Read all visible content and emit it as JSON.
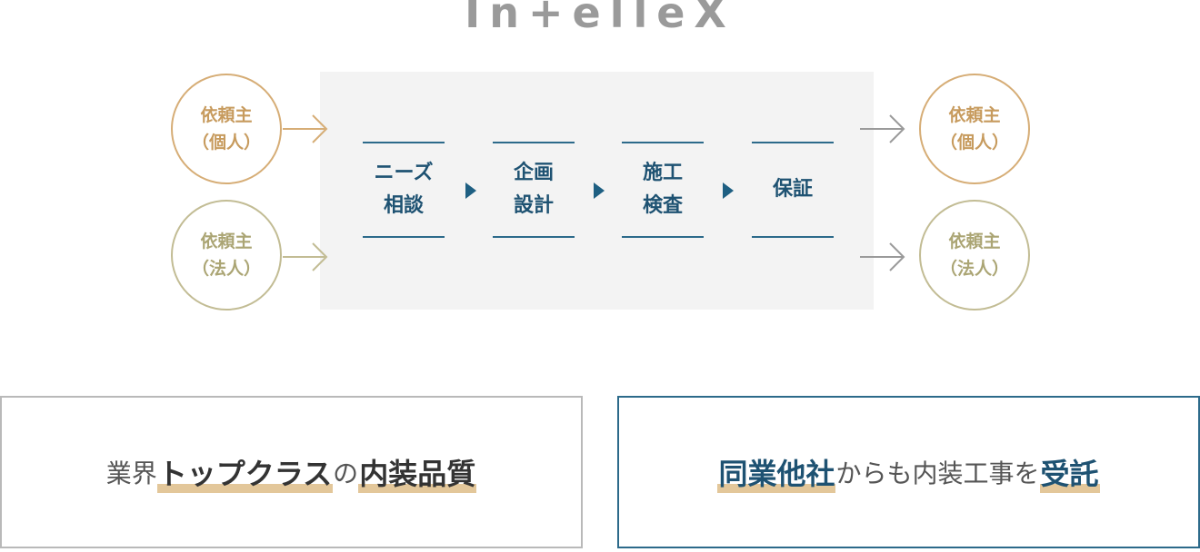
{
  "logo": {
    "text": "In+elleX"
  },
  "clients_left": [
    {
      "line1": "依頼主",
      "line2": "（個人）"
    },
    {
      "line1": "依頼主",
      "line2": "（法人）"
    }
  ],
  "clients_right": [
    {
      "line1": "依頼主",
      "line2": "（個人）"
    },
    {
      "line1": "依頼主",
      "line2": "（法人）"
    }
  ],
  "steps": [
    {
      "line1": "ニーズ",
      "line2": "相談"
    },
    {
      "line1": "企画",
      "line2": "設計"
    },
    {
      "line1": "施工",
      "line2": "検査"
    },
    {
      "line1": "保証",
      "line2": ""
    }
  ],
  "features": {
    "left": {
      "pre": "業界",
      "highlight1": "トップクラス",
      "mid": "の",
      "highlight2": "内装品質"
    },
    "right": {
      "highlight1": "同業他社",
      "mid": "からも内装工事を",
      "highlight2": "受託"
    }
  },
  "colors": {
    "individual": "#d6ad76",
    "corporate": "#c2bc94",
    "step_accent": "#2c6a8a",
    "highlight": "#e3c79a"
  }
}
